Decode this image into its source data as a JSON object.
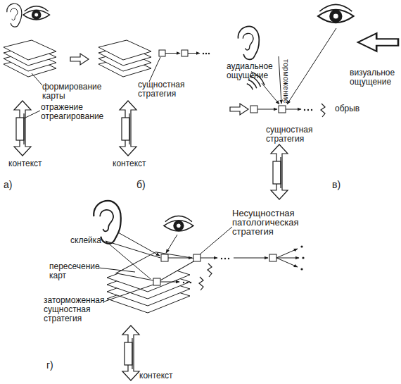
{
  "diagram": {
    "labels": [
      "формирование карты",
      "отражение отреагирование",
      "контекст",
      "а)",
      "сущностная стратегия",
      "контекст",
      "б)",
      "аудиальное ощущение",
      "торможение",
      "визуальное ощущение",
      "сущностная стратегия",
      "обрыв",
      "в)",
      "Несущностная патологическая стратегия",
      "склейка",
      "пересечение карт",
      "заторможенная сущностная стратегия",
      "контекст",
      "г)"
    ]
  }
}
